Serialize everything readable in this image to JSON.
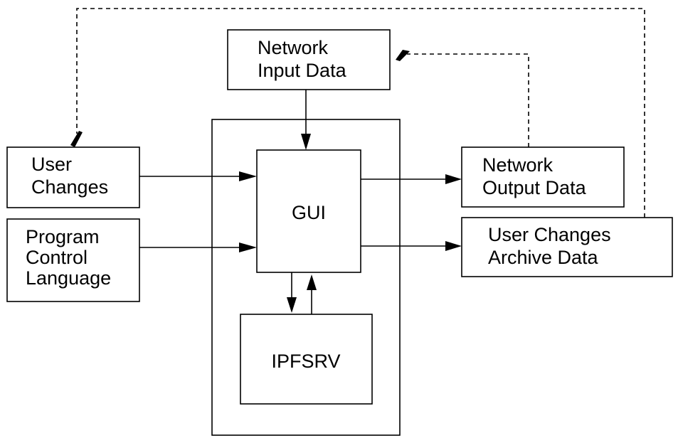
{
  "nodes": {
    "network_input": {
      "line1": "Network",
      "line2": "Input Data"
    },
    "user_changes": {
      "line1": "User",
      "line2": "Changes"
    },
    "program_control": {
      "line1": "Program",
      "line2": "Control",
      "line3": "Language"
    },
    "gui": {
      "label": "GUI"
    },
    "ipfsrv": {
      "label": "IPFSRV"
    },
    "network_output": {
      "line1": "Network",
      "line2": "Output Data"
    },
    "user_changes_archive": {
      "line1": "User Changes",
      "line2": "Archive Data"
    }
  }
}
